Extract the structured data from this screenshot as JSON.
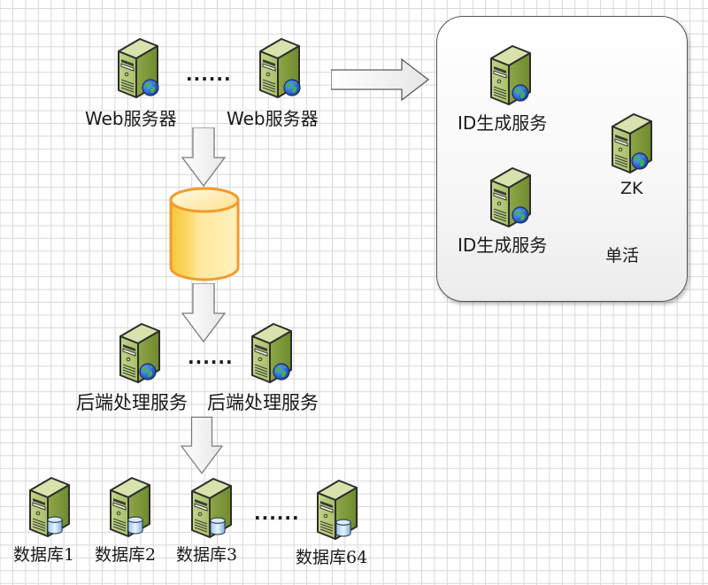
{
  "diagram": {
    "web_tier": {
      "servers": [
        {
          "label": "Web服务器",
          "icon": "web-server-icon"
        },
        {
          "label": "Web服务器",
          "icon": "web-server-icon"
        }
      ],
      "ellipsis": "......"
    },
    "queue": {
      "icon": "database-cylinder-icon"
    },
    "backend_tier": {
      "servers": [
        {
          "label": "后端处理服务",
          "icon": "web-server-icon"
        },
        {
          "label": "后端处理服务",
          "icon": "web-server-icon"
        }
      ],
      "ellipsis": "......"
    },
    "db_tier": {
      "servers": [
        {
          "label": "数据库1",
          "icon": "database-server-icon"
        },
        {
          "label": "数据库2",
          "icon": "database-server-icon"
        },
        {
          "label": "数据库3",
          "icon": "database-server-icon"
        },
        {
          "label": "数据库64",
          "icon": "database-server-icon"
        }
      ],
      "ellipsis": "......"
    },
    "id_cluster": {
      "servers": [
        {
          "label": "ID生成服务",
          "icon": "web-server-icon"
        },
        {
          "label": "ID生成服务",
          "icon": "web-server-icon"
        }
      ],
      "zk": {
        "label": "ZK",
        "icon": "web-server-icon"
      },
      "mode_label": "单活"
    },
    "colors": {
      "server_body": "#9bb35a",
      "server_dark": "#6e8636",
      "cylinder_fill": "#ffd75a",
      "cylinder_stroke": "#f29a2e",
      "arrow_fill": "#f4f4f4",
      "grid": "#d8d8d8"
    }
  }
}
